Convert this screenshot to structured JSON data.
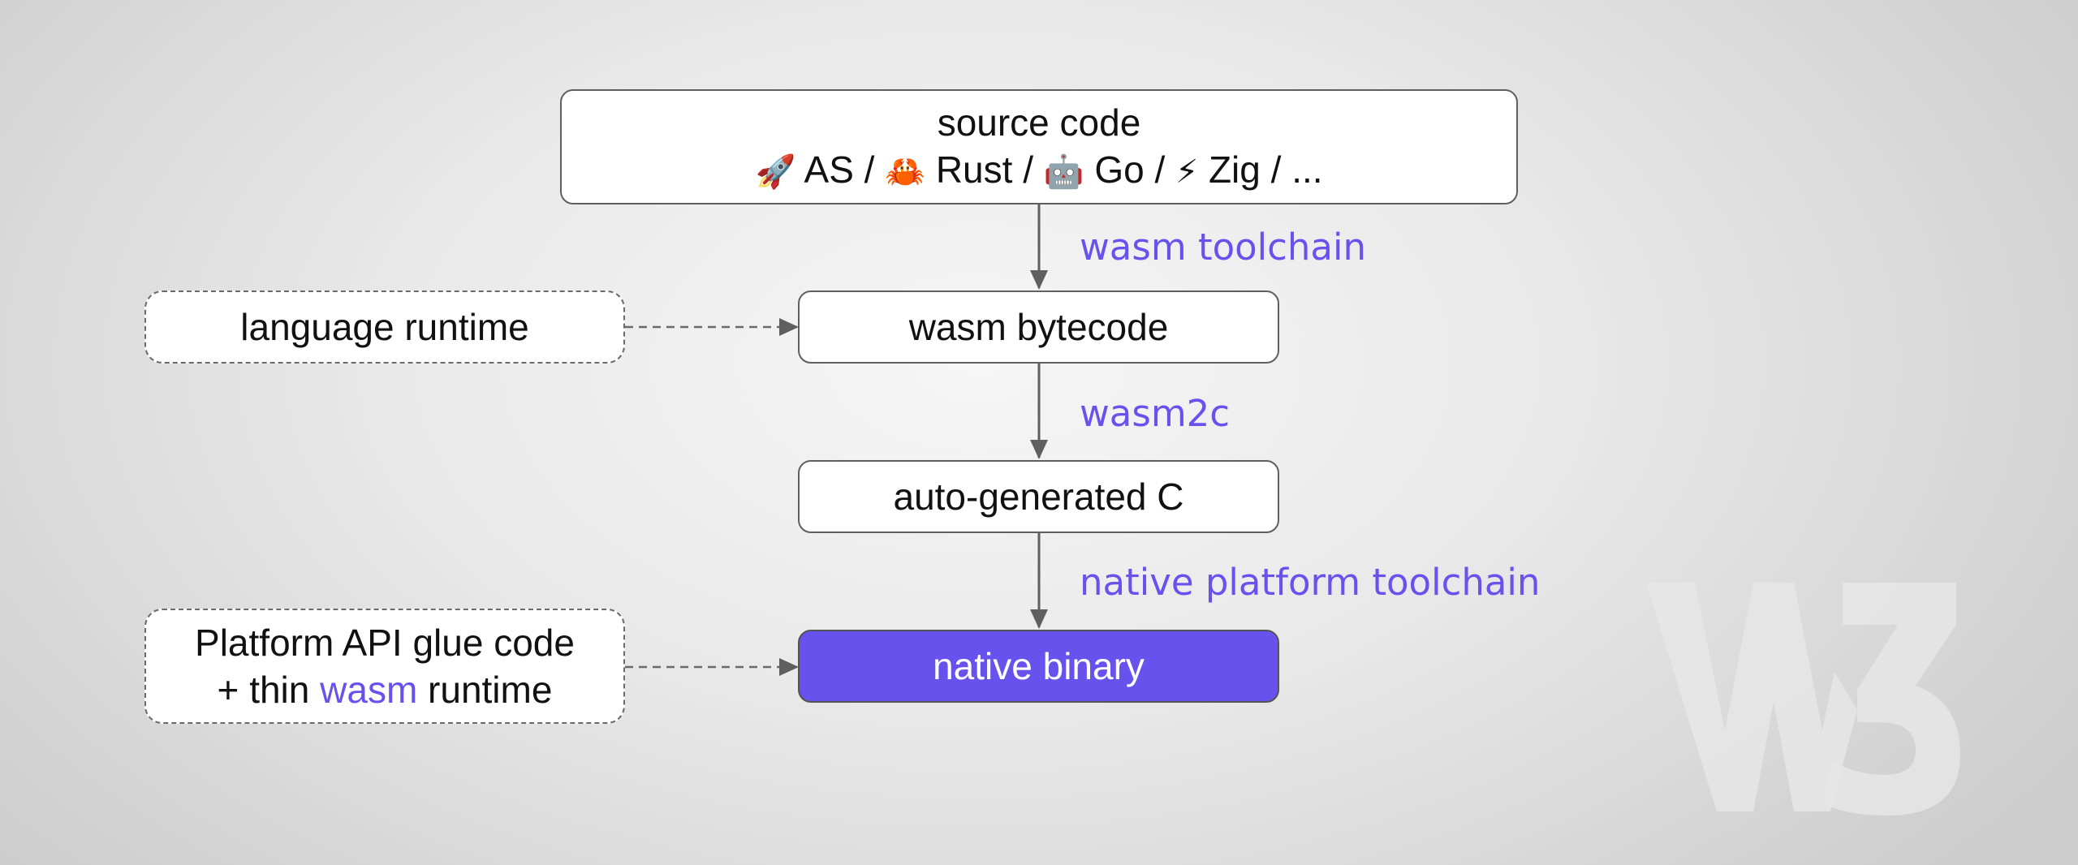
{
  "colors": {
    "accent": "#6852ed",
    "edge_line": "#5f5f5f",
    "dashed_edge": "#6a6a6a",
    "watermark": "#e6e6e6"
  },
  "nodes": {
    "source_code": {
      "title": "source code",
      "languages": [
        {
          "emoji": "🚀",
          "name": "AS"
        },
        {
          "emoji": "🦀",
          "name": "Rust"
        },
        {
          "emoji": "🤖",
          "name": "Go"
        },
        {
          "emoji": "⚡",
          "name": "Zig"
        }
      ],
      "separator": " / ",
      "more": "..."
    },
    "language_runtime": "language runtime",
    "wasm_bytecode": "wasm bytecode",
    "auto_generated_c": "auto-generated C",
    "native_binary": "native binary",
    "platform_glue": {
      "line1": "Platform API glue code",
      "line2_before": "+ thin ",
      "line2_accent": "wasm",
      "line2_after": " runtime"
    }
  },
  "edges": {
    "wasm_toolchain": "wasm toolchain",
    "wasm2c": "wasm2c",
    "native_platform_toolchain": "native platform toolchain"
  },
  "watermark": {
    "text": "W3"
  }
}
